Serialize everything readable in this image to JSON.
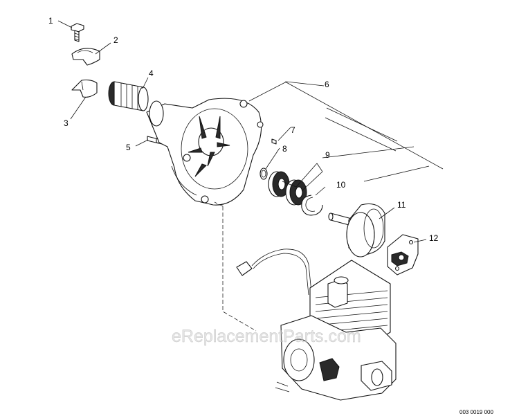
{
  "diagram": {
    "callouts": [
      {
        "id": "1",
        "label": "1"
      },
      {
        "id": "2",
        "label": "2"
      },
      {
        "id": "3",
        "label": "3"
      },
      {
        "id": "4",
        "label": "4"
      },
      {
        "id": "5",
        "label": "5"
      },
      {
        "id": "6",
        "label": "6"
      },
      {
        "id": "7",
        "label": "7"
      },
      {
        "id": "8",
        "label": "8"
      },
      {
        "id": "9",
        "label": "9"
      },
      {
        "id": "10",
        "label": "10"
      },
      {
        "id": "11",
        "label": "11"
      },
      {
        "id": "12",
        "label": "12"
      }
    ],
    "watermark": "eReplacementParts.com",
    "document_number": "003 0019 000"
  }
}
